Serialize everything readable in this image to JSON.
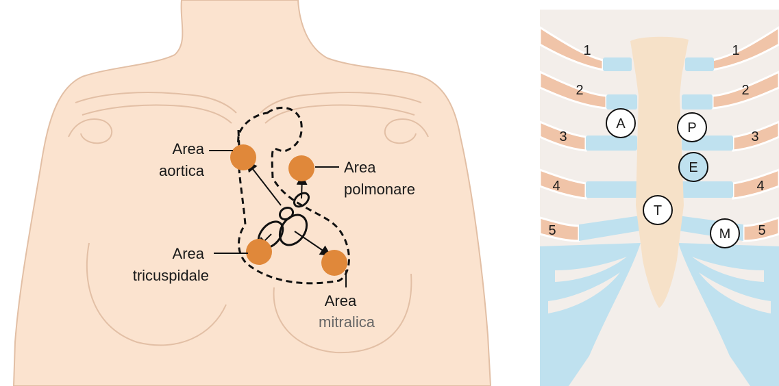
{
  "left_panel": {
    "areas": [
      {
        "id": "aortica",
        "line1": "Area",
        "line2": "aortica"
      },
      {
        "id": "polmonare",
        "line1": "Area",
        "line2": "polmonare"
      },
      {
        "id": "tricuspidale",
        "line1": "Area",
        "line2": "tricuspidale"
      },
      {
        "id": "mitralica",
        "line1": "Area",
        "line2": "mitralica"
      }
    ],
    "colors": {
      "skin": "#fbe3cf",
      "skin_outline": "#e2bfa5",
      "marker": "#e0883a",
      "outline": "#111111"
    }
  },
  "right_panel": {
    "rib_numbers_left": [
      "1",
      "2",
      "3",
      "4",
      "5"
    ],
    "rib_numbers_right": [
      "1",
      "2",
      "3",
      "4",
      "5"
    ],
    "markers": [
      {
        "id": "A",
        "label": "A",
        "highlight": false
      },
      {
        "id": "P",
        "label": "P",
        "highlight": false
      },
      {
        "id": "E",
        "label": "E",
        "highlight": true
      },
      {
        "id": "T",
        "label": "T",
        "highlight": false
      },
      {
        "id": "M",
        "label": "M",
        "highlight": false
      }
    ],
    "colors": {
      "rib": "#f0c4a8",
      "cartilage": "#bfe1ef",
      "sternum": "#f6e1c8",
      "marker_fill": "#ffffff",
      "marker_highlight_fill": "#bfe1ef"
    }
  }
}
